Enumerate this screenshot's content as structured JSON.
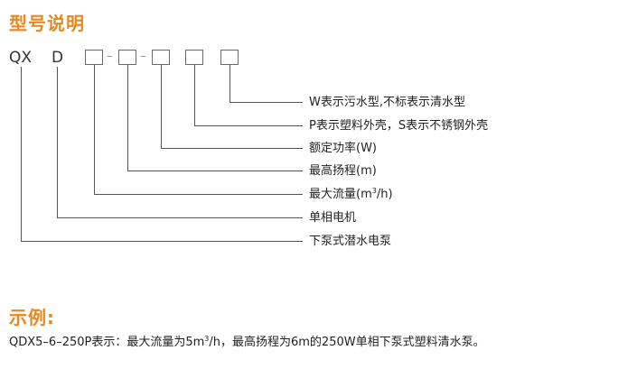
{
  "titles": {
    "model": "型号说明",
    "example": "示例:"
  },
  "code": {
    "prefix": "QX",
    "motor": "D",
    "dash": "–"
  },
  "descriptions": {
    "water": "W表示污水型,不标表示清水型",
    "shell": "P表示塑料外壳，S表示不锈钢外壳",
    "power": "额定功率(W)",
    "head": "最高扬程(m)",
    "flow_pre": "最大流量(m",
    "flow_sup": "3",
    "flow_post": "/h)",
    "motor": "单相电机",
    "pump": "下泵式潜水电泵"
  },
  "example": {
    "pre": "QDX5–6–250P表示：最大流量为5m",
    "sup": "3",
    "post": "/h，最高扬程为6m的250W单相下泵式塑料清水泵。"
  },
  "colors": {
    "accent": "#e8871e",
    "line": "#555555"
  }
}
